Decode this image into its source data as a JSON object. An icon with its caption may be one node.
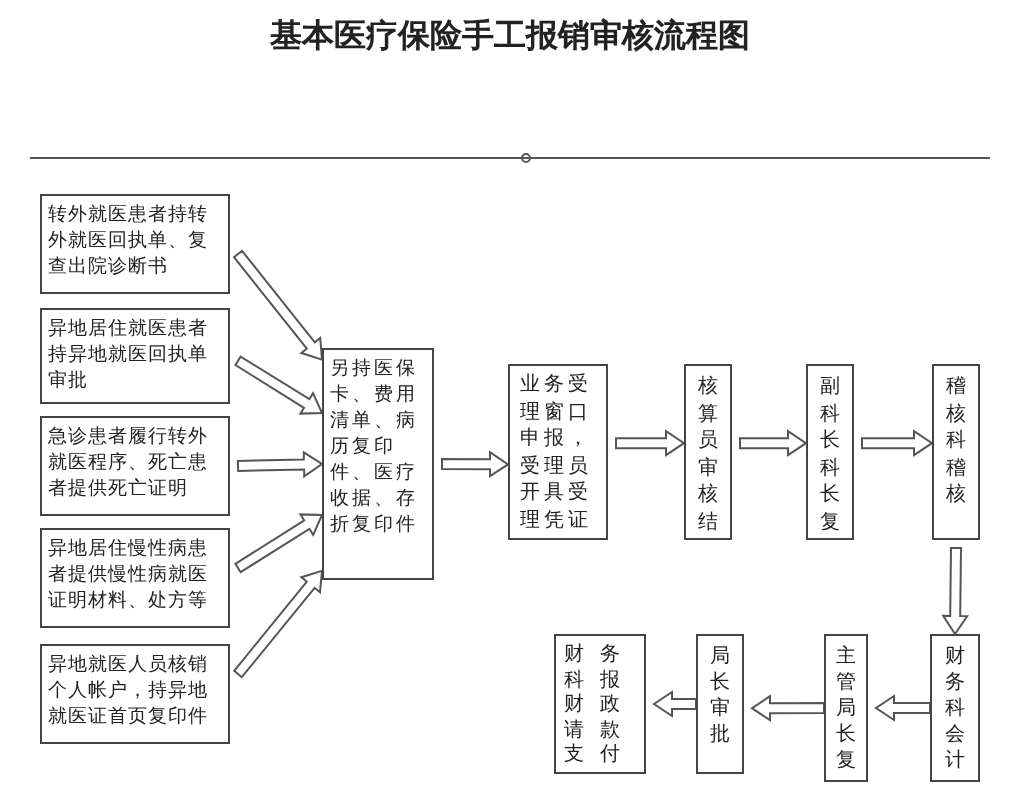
{
  "diagram": {
    "title": "基本医疗保险手工报销审核流程图",
    "nodes": [
      {
        "text": [
          "转外就医患者持转外就医回执单、复查出院诊断书"
        ]
      },
      {
        "text": [
          "异地居住就医患者持异地就医回执单审批"
        ]
      },
      {
        "text": [
          "急诊患者履行转外就医程序、死亡患者提供死亡证明"
        ]
      },
      {
        "text": [
          "异地居住慢性病患者提供慢性病就医证明材料、处方等"
        ]
      },
      {
        "text": [
          "异地就医人员核销个人帐户，持异地就医证首页复印件"
        ]
      },
      {
        "text": [
          "另持医保卡、费用清单、病历复印件、医疗收据、存折复印件"
        ]
      },
      {
        "text": [
          "业务受理窗口申报，受理员开具受理凭证"
        ]
      },
      {
        "text": [
          "核算员审核结"
        ]
      },
      {
        "text": [
          "副科长科长复"
        ]
      },
      {
        "text": [
          "稽核科稽核"
        ]
      },
      {
        "text": [
          "财务科会计"
        ]
      },
      {
        "text": [
          "主管局长复"
        ]
      },
      {
        "text": [
          "局长审批"
        ]
      },
      {
        "text": [
          "财务科报财政请款支付"
        ]
      }
    ],
    "edges": [
      {
        "from": 0,
        "to": 5,
        "arrow": "to"
      },
      {
        "from": 1,
        "to": 5,
        "arrow": "to"
      },
      {
        "from": 2,
        "to": 5,
        "arrow": "to"
      },
      {
        "from": 3,
        "to": 5,
        "arrow": "to"
      },
      {
        "from": 4,
        "to": 5,
        "arrow": "to"
      },
      {
        "from": 5,
        "to": 6,
        "arrow": "to"
      },
      {
        "from": 6,
        "to": 7,
        "arrow": "to"
      },
      {
        "from": 7,
        "to": 8,
        "arrow": "to"
      },
      {
        "from": 8,
        "to": 9,
        "arrow": "to"
      },
      {
        "from": 9,
        "to": 10,
        "arrow": "to"
      },
      {
        "from": 10,
        "to": 11,
        "arrow": "to"
      },
      {
        "from": 11,
        "to": 12,
        "arrow": "to"
      },
      {
        "from": 12,
        "to": 13,
        "arrow": "to"
      }
    ]
  }
}
